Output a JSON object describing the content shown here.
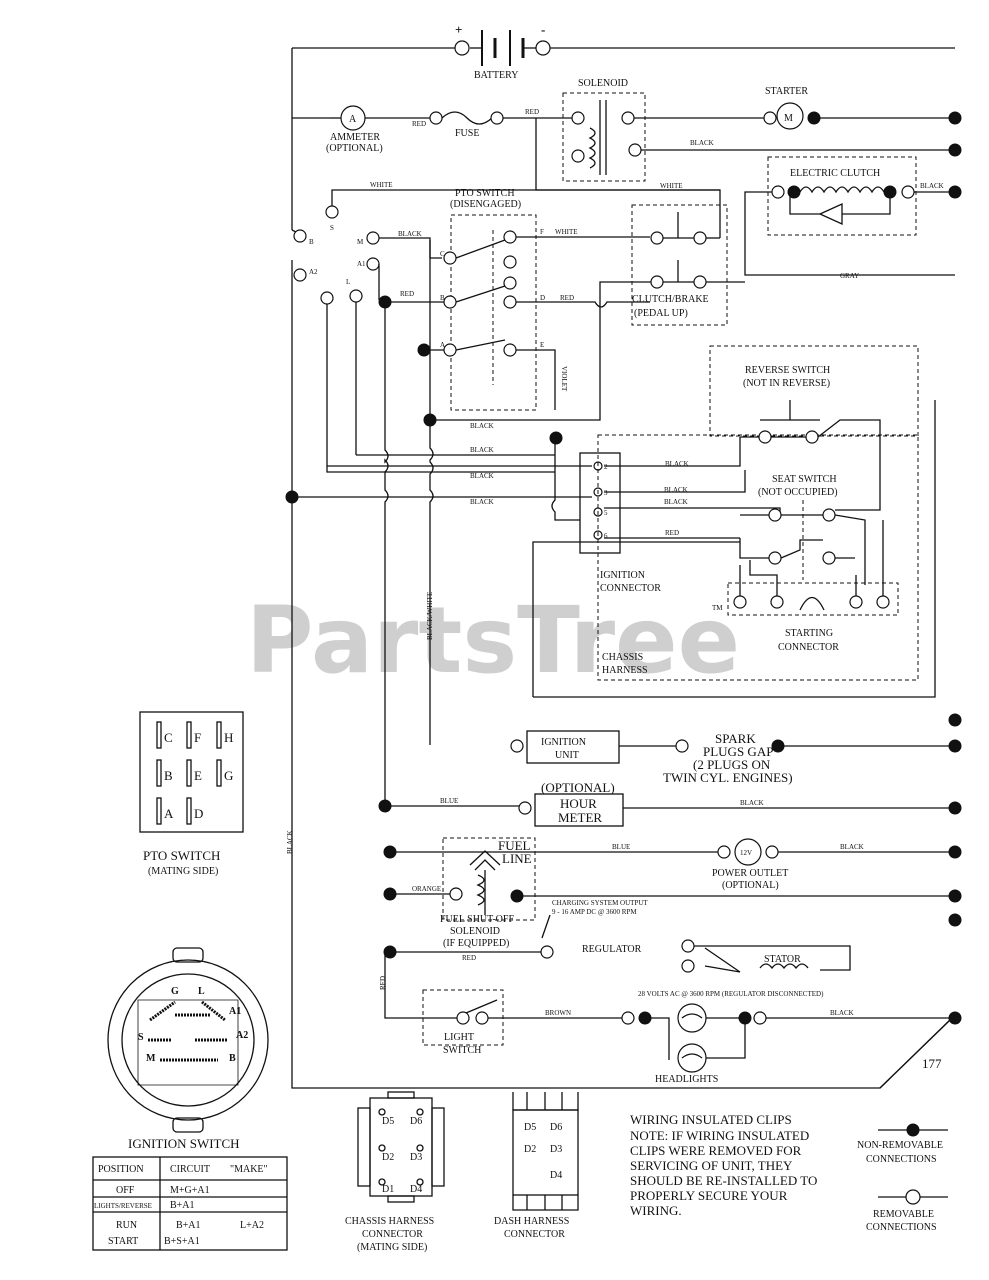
{
  "components": {
    "battery": "BATTERY",
    "solenoid": "SOLENOID",
    "starter": "STARTER",
    "starter_motor": "M",
    "ammeter": "AMMETER",
    "ammeter_sub": "(OPTIONAL)",
    "ammeter_symbol": "A",
    "fuse": "FUSE",
    "pto_switch": "PTO SWITCH",
    "pto_switch_sub": "(DISENGAGED)",
    "electric_clutch": "ELECTRIC CLUTCH",
    "clutch_brake": "CLUTCH/BRAKE",
    "clutch_brake_sub": "(PEDAL UP)",
    "reverse_switch": "REVERSE SWITCH",
    "reverse_switch_sub": "(NOT IN REVERSE)",
    "seat_switch": "SEAT SWITCH",
    "seat_switch_sub": "(NOT OCCUPIED)",
    "ignition_connector_1": "IGNITION",
    "ignition_connector_2": "CONNECTOR",
    "starting_connector_1": "STARTING",
    "starting_connector_2": "CONNECTOR",
    "chassis_harness_1": "CHASSIS",
    "chassis_harness_2": "HARNESS",
    "ignition_unit_1": "IGNITION",
    "ignition_unit_2": "UNIT",
    "spark_plugs_1": "SPARK",
    "spark_plugs_2": "PLUGS GAP",
    "spark_plugs_3": "(2 PLUGS ON",
    "spark_plugs_4": "TWIN CYL. ENGINES)",
    "hour_meter_optional": "(OPTIONAL)",
    "hour_meter_1": "HOUR",
    "hour_meter_2": "METER",
    "fuel_line_1": "FUEL",
    "fuel_line_2": "LINE",
    "power_outlet": "POWER OUTLET",
    "power_outlet_sub": "(OPTIONAL)",
    "power_outlet_symbol": "12V",
    "charging_note_1": "CHARGING SYSTEM OUTPUT",
    "charging_note_2": "9 - 16 AMP DC @ 3600 RPM",
    "fuel_shutoff_1": "FUEL SHUT-OFF",
    "fuel_shutoff_2": "SOLENOID",
    "fuel_shutoff_3": "(IF EQUIPPED)",
    "regulator": "REGULATOR",
    "stator": "STATOR",
    "stator_note": "28 VOLTS AC @ 3600 RPM (REGULATOR DISCONNECTED)",
    "light_switch_1": "LIGHT",
    "light_switch_2": "SWITCH",
    "headlights": "HEADLIGHTS",
    "pto_mating_1": "PTO SWITCH",
    "pto_mating_2": "(MATING SIDE)",
    "ignition_switch": "IGNITION SWITCH",
    "chassis_conn_1": "CHASSIS HARNESS",
    "chassis_conn_2": "CONNECTOR",
    "chassis_conn_3": "(MATING SIDE)",
    "dash_conn_1": "DASH HARNESS",
    "dash_conn_2": "CONNECTOR",
    "battery_plus": "+",
    "battery_minus": "-"
  },
  "wire_colors": {
    "white": "WHITE",
    "black": "BLACK",
    "red": "RED",
    "blue": "BLUE",
    "gray": "GRAY",
    "brown": "BROWN",
    "black_white": "BLACK/WHITE",
    "orange": "ORANGE",
    "violet": "VIOLET"
  },
  "terminal_letters": {
    "pto_switch": [
      "C",
      "B",
      "A",
      "D",
      "E",
      "F"
    ],
    "ignition_switch": [
      "S",
      "B",
      "M",
      "A2",
      "A1",
      "L",
      "G"
    ],
    "connector": [
      "2",
      "3",
      "5",
      "6"
    ]
  },
  "pto_mating_grid": [
    [
      "C",
      "F",
      "H"
    ],
    [
      "B",
      "E",
      "G"
    ],
    [
      "A",
      "D"
    ]
  ],
  "ignition_face_letters": [
    "G",
    "L",
    "A1",
    "A2",
    "S",
    "M",
    "B"
  ],
  "ignition_table": {
    "headers": [
      "POSITION",
      "CIRCUIT",
      "\"MAKE\""
    ],
    "rows": [
      {
        "position": "OFF",
        "circuit": "M+G+A1",
        "extra": ""
      },
      {
        "position": "LIGHTS/REVERSE",
        "circuit": "B+A1",
        "extra": ""
      },
      {
        "position": "RUN",
        "circuit": "B+A1",
        "extra": "L+A2"
      },
      {
        "position": "START",
        "circuit": "B+S+A1",
        "extra": ""
      }
    ]
  },
  "chassis_connector_pins": [
    "D5",
    "D6",
    "D2",
    "D3",
    "D1",
    "D4"
  ],
  "dash_connector_pins": [
    "D5",
    "D6",
    "D2",
    "D3",
    "D4"
  ],
  "notes": {
    "title": "WIRING INSULATED CLIPS",
    "lines": [
      "NOTE: IF WIRING INSULATED",
      "CLIPS WERE REMOVED FOR",
      "SERVICING OF UNIT, THEY",
      "SHOULD BE RE-INSTALLED TO",
      "PROPERLY SECURE YOUR",
      "WIRING."
    ]
  },
  "legend": {
    "non_removable_1": "NON-REMOVABLE",
    "non_removable_2": "CONNECTIONS",
    "removable_1": "REMOVABLE",
    "removable_2": "CONNECTIONS"
  },
  "watermark": "PartsTree",
  "watermark_tm": "TM",
  "figure_number": "177"
}
